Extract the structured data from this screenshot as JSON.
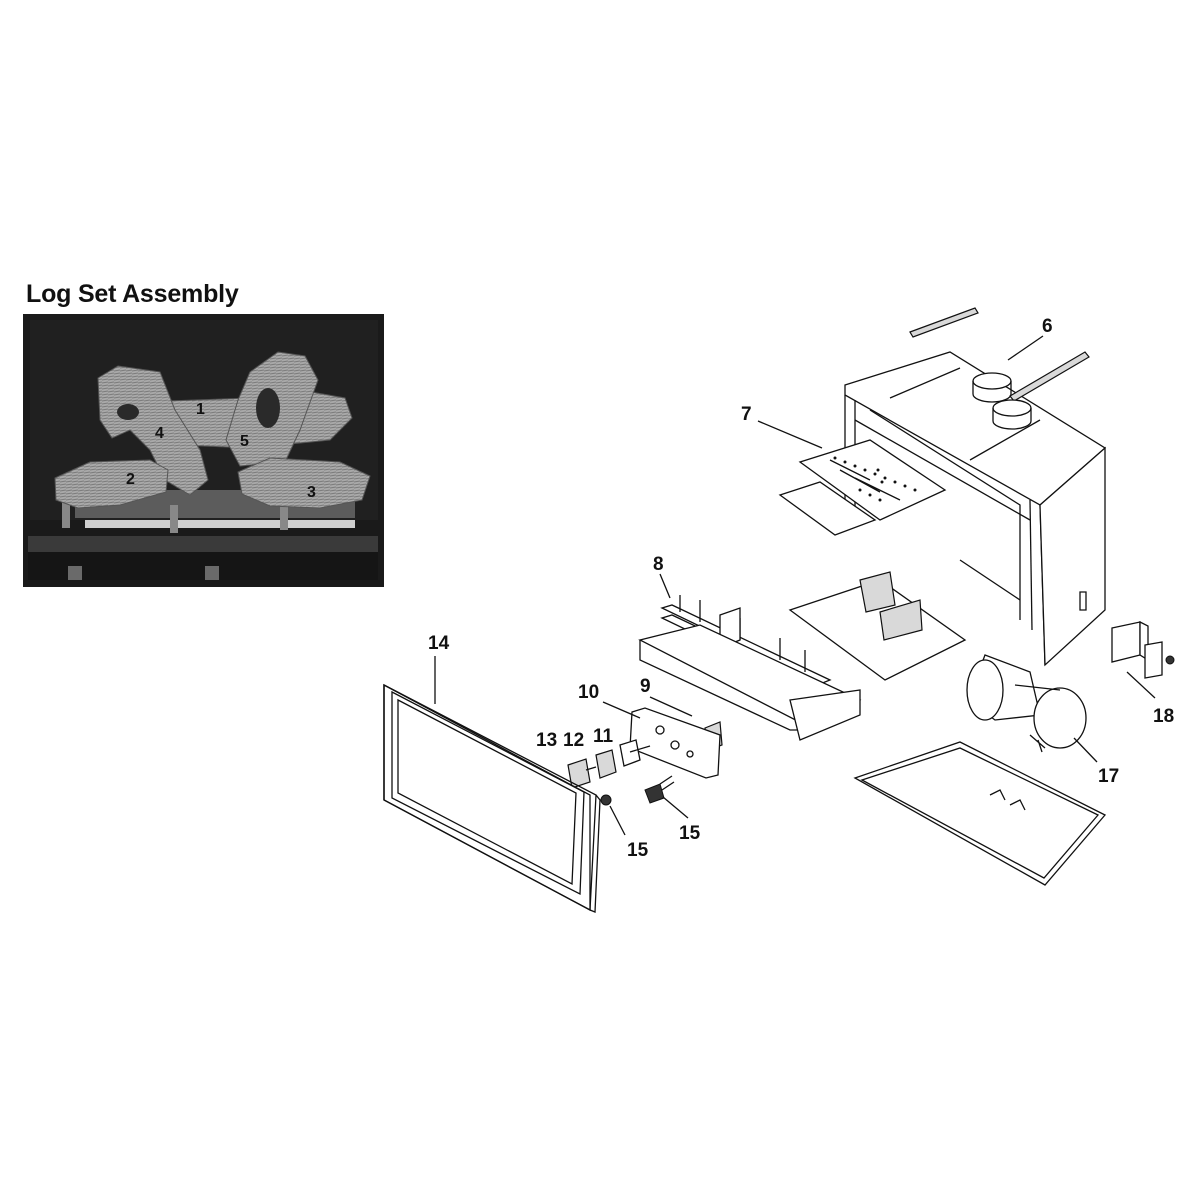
{
  "title": "Log Set Assembly",
  "log_photo": {
    "logs": [
      {
        "callout": "1",
        "name": "log-1"
      },
      {
        "callout": "2",
        "name": "log-2"
      },
      {
        "callout": "3",
        "name": "log-3"
      },
      {
        "callout": "4",
        "name": "log-4"
      },
      {
        "callout": "5",
        "name": "log-5"
      }
    ]
  },
  "parts": {
    "p6": "6",
    "p7": "7",
    "p8": "8",
    "p9": "9",
    "p10": "10",
    "p11": "11",
    "p12": "12",
    "p13": "13",
    "p14": "14",
    "p15a": "15",
    "p15b": "15",
    "p17": "17",
    "p18": "18"
  },
  "colors": {
    "photo_background": "#1a1a1a",
    "line": "#111111",
    "background": "#ffffff"
  }
}
